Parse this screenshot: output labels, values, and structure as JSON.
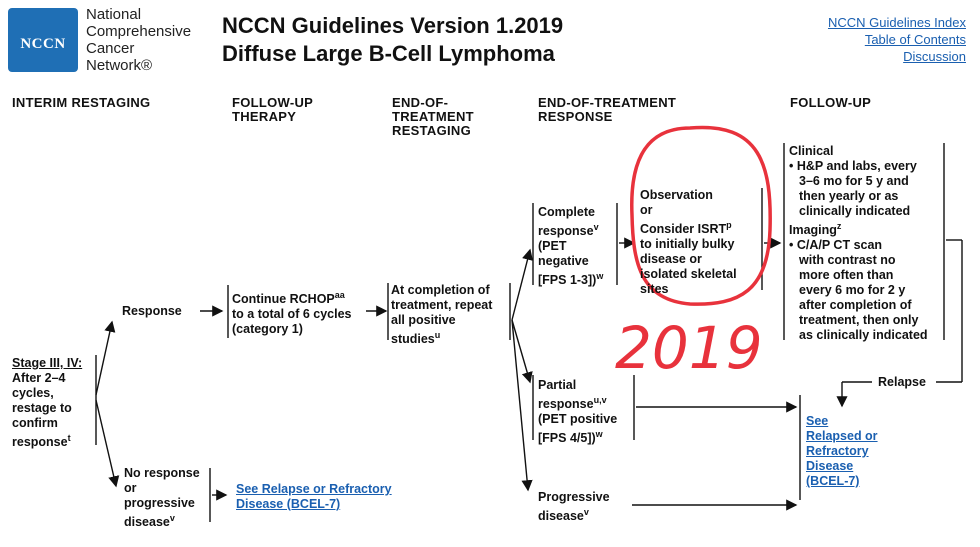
{
  "header": {
    "logo_text": "NCCN",
    "org_lines": [
      "National",
      "Comprehensive",
      "Cancer",
      "Network®"
    ],
    "title_line1": "NCCN Guidelines Version 1.2019",
    "title_line2": "Diffuse Large B-Cell Lymphoma",
    "links": [
      "NCCN Guidelines Index",
      "Table of Contents",
      "Discussion"
    ]
  },
  "columns": {
    "interim": "INTERIM RESTAGING",
    "followup_therapy": [
      "FOLLOW-UP",
      "THERAPY"
    ],
    "eot_restaging": [
      "END-OF-",
      "TREATMENT",
      "RESTAGING"
    ],
    "eot_response": [
      "END-OF-TREATMENT",
      "RESPONSE"
    ],
    "followup": "FOLLOW-UP"
  },
  "stage": {
    "title": "Stage III, IV:",
    "lines": [
      "After 2–4",
      "cycles,",
      "restage to",
      "confirm",
      "response"
    ],
    "sup": "t"
  },
  "branches": {
    "response": "Response",
    "no_response": [
      "No response",
      "or",
      "progressive",
      "disease"
    ],
    "no_response_sup": "v"
  },
  "therapy": {
    "lines": [
      "Continue RCHOP",
      "to a total of 6 cycles",
      "(category 1)"
    ],
    "sup": "aa"
  },
  "refractory_link": [
    "See Relapse or Refractory",
    "Disease (BCEL-7)"
  ],
  "restaging": {
    "lines": [
      "At completion of",
      "treatment, repeat",
      "all positive",
      "studies"
    ],
    "sup": "u"
  },
  "responses": {
    "complete": [
      "Complete",
      "response",
      "(PET",
      "negative",
      "[FPS 1-3])"
    ],
    "complete_sups": [
      "v",
      "w"
    ],
    "partial": [
      "Partial",
      "response",
      "(PET positive",
      "[FPS 4/5])"
    ],
    "partial_sups": [
      "u,v",
      "w"
    ],
    "progressive": [
      "Progressive",
      "disease"
    ],
    "progressive_sup": "v"
  },
  "observation": {
    "lines": [
      "Observation",
      "or",
      "Consider ISRT",
      "to initially bulky",
      "disease or",
      "isolated skeletal",
      "sites"
    ],
    "sup": "p"
  },
  "clinical": {
    "title": "Clinical",
    "items1": [
      "• H&P and labs, every",
      "3–6 mo for 5 y and",
      "then yearly or as",
      "clinically indicated"
    ],
    "imaging": "Imaging",
    "imaging_sup": "z",
    "items2": [
      "• C/A/P CT scan",
      "with contrast no",
      "more often than",
      "every 6 mo for 2 y",
      "after completion of",
      "treatment, then only",
      "as clinically indicated"
    ]
  },
  "relapse_label": "Relapse",
  "relapsed_link": [
    "See",
    "Relapsed or",
    "Refractory",
    "Disease",
    "(BCEL-7)"
  ],
  "annotation": {
    "handwritten": "2019",
    "color": "#e8323c"
  },
  "colors": {
    "logo": "#1f6fb5",
    "link": "#1a5fb0"
  }
}
